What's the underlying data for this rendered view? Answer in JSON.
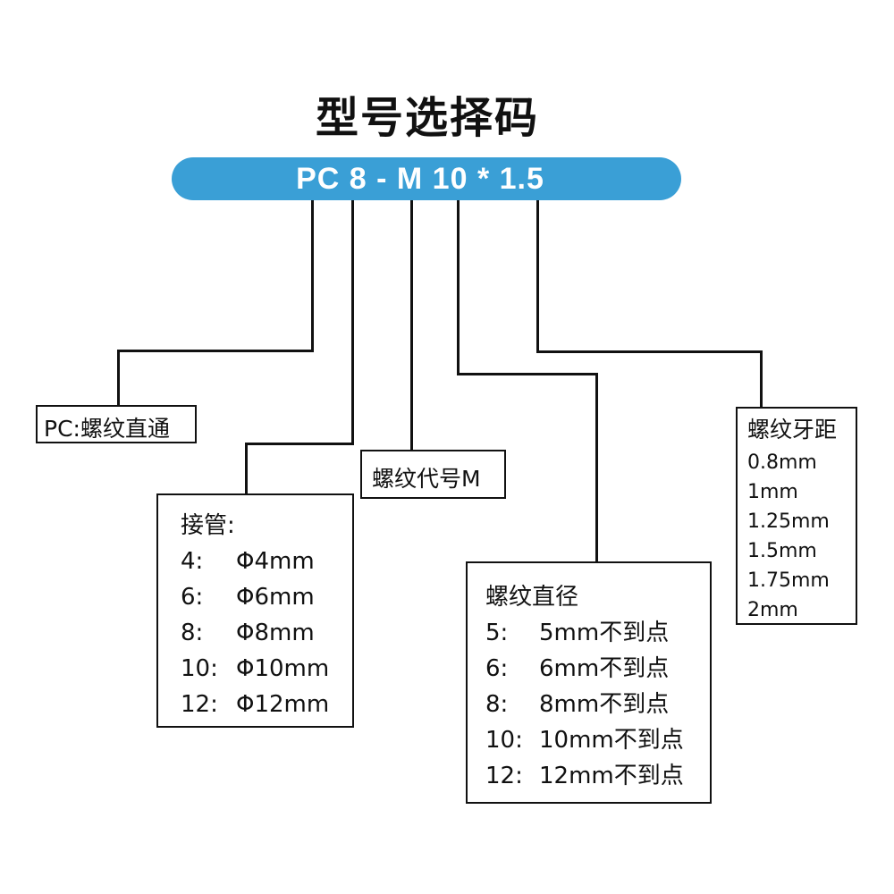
{
  "title": "型号选择码",
  "model_code": {
    "text": "PC 8 - M 10 * 1.5",
    "background_color": "#3a9fd6",
    "text_color": "#ffffff"
  },
  "boxes": {
    "type": {
      "label": "PC:螺纹直通"
    },
    "tube": {
      "heading": "接管:",
      "rows": [
        {
          "code": "4:",
          "value": "Φ4mm"
        },
        {
          "code": "6:",
          "value": "Φ6mm"
        },
        {
          "code": "8:",
          "value": "Φ8mm"
        },
        {
          "code": "10:",
          "value": "Φ10mm"
        },
        {
          "code": "12:",
          "value": "Φ12mm"
        }
      ]
    },
    "thread_code": {
      "label": "螺纹代号M"
    },
    "thread_diameter": {
      "heading": "螺纹直径",
      "rows": [
        {
          "code": "5:",
          "value": "5mm不到点"
        },
        {
          "code": "6:",
          "value": "6mm不到点"
        },
        {
          "code": "8:",
          "value": "8mm不到点"
        },
        {
          "code": "10:",
          "value": "10mm不到点"
        },
        {
          "code": "12:",
          "value": "12mm不到点"
        }
      ]
    },
    "thread_pitch": {
      "heading": "螺纹牙距",
      "rows": [
        "0.8mm",
        "1mm",
        "1.25mm",
        "1.5mm",
        "1.75mm",
        "2mm"
      ]
    }
  }
}
